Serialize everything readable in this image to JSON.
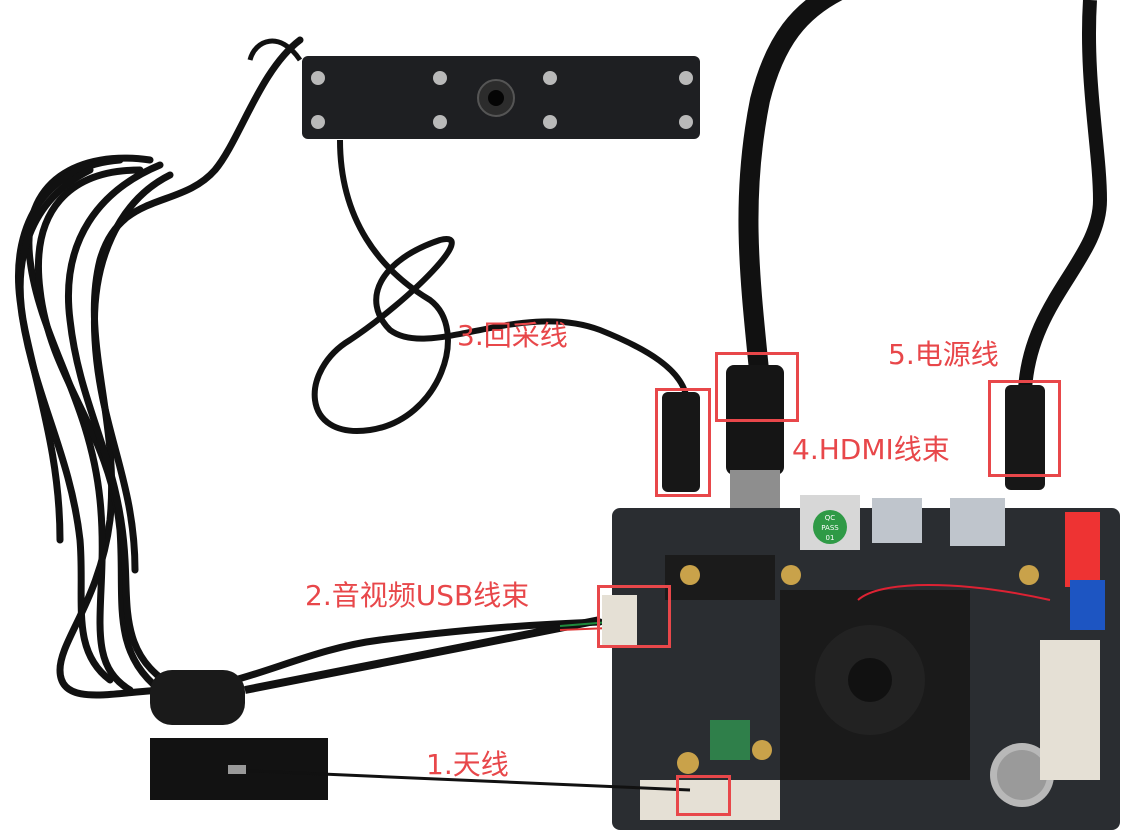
{
  "photo": {
    "subject": "single-board computer with attached cables",
    "colors": {
      "background": "#ffffff",
      "board": "#2a2d31",
      "cable": "#111111",
      "annotation": "#e8474a",
      "gold": "#c9a24a"
    },
    "board_marks": {
      "qc_top": "QC",
      "qc_mid": "PASS",
      "qc_bottom": "01"
    }
  },
  "callouts": {
    "antenna": "1.天线",
    "av_usb": "2.音视频USB线束",
    "loopback": "3.回采线",
    "hdmi": "4.HDMI线束",
    "power": "5.电源线"
  }
}
